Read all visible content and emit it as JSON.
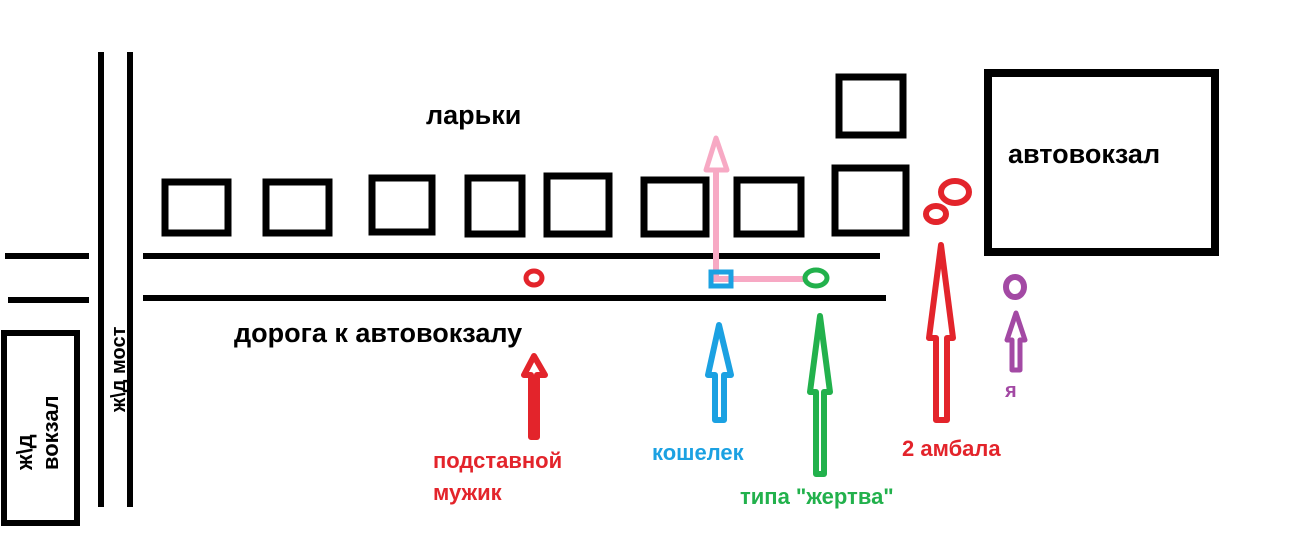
{
  "labels": {
    "kiosks": "ларьки",
    "bus_station": "автовокзал",
    "road": "дорога к автовокзалу",
    "rail_bridge": "ж\\д мост",
    "rail_station_line1": "ж\\д",
    "rail_station_line2": "вокзал",
    "decoy_line1": "подставной",
    "decoy_line2": "мужик",
    "wallet": "кошелек",
    "victim": "типа \"жертва\"",
    "thugs": "2 амбала",
    "me": "я"
  },
  "colors": {
    "ink": "#000000",
    "decoy": "#e3242b",
    "wallet": "#1ba1e2",
    "victim": "#22b14c",
    "thugs": "#e3242b",
    "me": "#a349a4",
    "path": "#f7a9c4"
  }
}
